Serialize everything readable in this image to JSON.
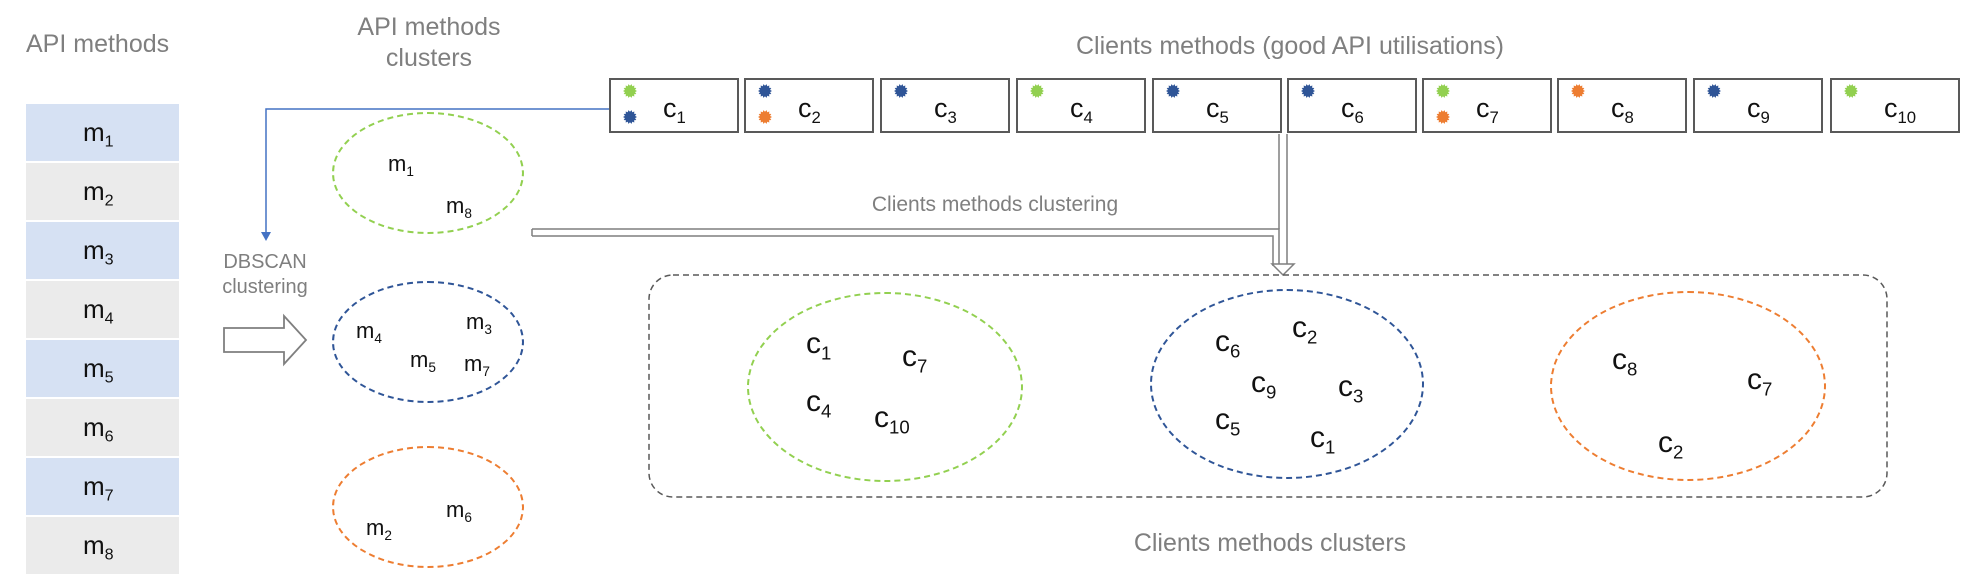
{
  "labels": {
    "api_methods": "API methods",
    "api_clusters": "API methods\nclusters",
    "clients_methods": "Clients methods (good API utilisations)",
    "clustering_step": "Clients methods clustering",
    "dbscan": "DBSCAN\nclustering",
    "clients_clusters": "Clients methods clusters"
  },
  "colors": {
    "green": "#92d050",
    "blue": "#2f5597",
    "orange": "#ed7d31",
    "row_blue": "#d6e1f3",
    "row_grey": "#ebebeb",
    "label_grey": "#7f7f7f"
  },
  "api_methods": [
    {
      "base": "m",
      "sub": "1"
    },
    {
      "base": "m",
      "sub": "2"
    },
    {
      "base": "m",
      "sub": "3"
    },
    {
      "base": "m",
      "sub": "4"
    },
    {
      "base": "m",
      "sub": "5"
    },
    {
      "base": "m",
      "sub": "6"
    },
    {
      "base": "m",
      "sub": "7"
    },
    {
      "base": "m",
      "sub": "8"
    }
  ],
  "api_clusters": {
    "green": [
      {
        "base": "m",
        "sub": "1"
      },
      {
        "base": "m",
        "sub": "8"
      }
    ],
    "blue": [
      {
        "base": "m",
        "sub": "4"
      },
      {
        "base": "m",
        "sub": "3"
      },
      {
        "base": "m",
        "sub": "5"
      },
      {
        "base": "m",
        "sub": "7"
      }
    ],
    "orange": [
      {
        "base": "m",
        "sub": "6"
      },
      {
        "base": "m",
        "sub": "2"
      }
    ]
  },
  "clients": [
    {
      "base": "c",
      "sub": "1",
      "dots": [
        "green",
        "blue"
      ]
    },
    {
      "base": "c",
      "sub": "2",
      "dots": [
        "blue",
        "orange"
      ]
    },
    {
      "base": "c",
      "sub": "3",
      "dots": [
        "blue"
      ]
    },
    {
      "base": "c",
      "sub": "4",
      "dots": [
        "green"
      ]
    },
    {
      "base": "c",
      "sub": "5",
      "dots": [
        "blue"
      ]
    },
    {
      "base": "c",
      "sub": "6",
      "dots": [
        "blue"
      ]
    },
    {
      "base": "c",
      "sub": "7",
      "dots": [
        "green",
        "orange"
      ]
    },
    {
      "base": "c",
      "sub": "8",
      "dots": [
        "orange"
      ]
    },
    {
      "base": "c",
      "sub": "9",
      "dots": [
        "blue"
      ]
    },
    {
      "base": "c",
      "sub": "10",
      "dots": [
        "green"
      ]
    }
  ],
  "client_clusters": {
    "green": [
      {
        "base": "c",
        "sub": "1"
      },
      {
        "base": "c",
        "sub": "7"
      },
      {
        "base": "c",
        "sub": "4"
      },
      {
        "base": "c",
        "sub": "10"
      }
    ],
    "blue": [
      {
        "base": "c",
        "sub": "6"
      },
      {
        "base": "c",
        "sub": "2"
      },
      {
        "base": "c",
        "sub": "9"
      },
      {
        "base": "c",
        "sub": "3"
      },
      {
        "base": "c",
        "sub": "5"
      },
      {
        "base": "c",
        "sub": "1"
      }
    ],
    "orange": [
      {
        "base": "c",
        "sub": "8"
      },
      {
        "base": "c",
        "sub": "7"
      },
      {
        "base": "c",
        "sub": "2"
      }
    ]
  }
}
